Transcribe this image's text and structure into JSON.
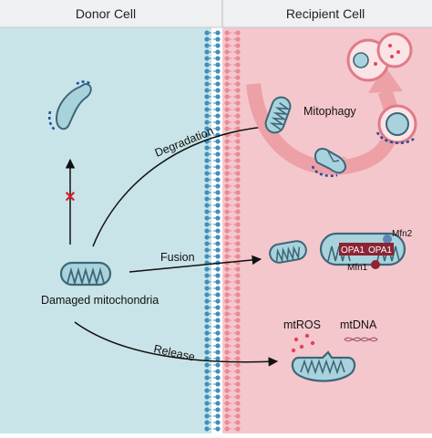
{
  "header": {
    "donor_cell": "Donor Cell",
    "recipient_cell": "Recipient Cell"
  },
  "labels": {
    "degradation": "Degradation",
    "fusion": "Fusion",
    "release": "Release",
    "damaged_mitochondria": "Damaged mitochondria",
    "mitophagy": "Mitophagy",
    "mfn2": "Mfn2",
    "opa1_left": "OPA1",
    "opa1_right": "OPA1",
    "mfn1": "Mfn1",
    "mtros": "mtROS",
    "mtdna": "mtDNA"
  },
  "colors": {
    "donor_bg": "#c9e4e8",
    "recipient_bg": "#f4c7cc",
    "header_bg": "#eef0f1",
    "membrane_blue": "#3f8fbd",
    "membrane_pink": "#e98a95",
    "mito_fill": "#a9d3dc",
    "mito_stroke": "#3d6678",
    "arrow": "#111111",
    "cross": "#d8202a",
    "mitophagy_arrow": "#eda0a6",
    "lysosome_dot": "#e0445a",
    "protein_label_bg": "#8b2433",
    "dash_blue": "#1d4f9e"
  }
}
